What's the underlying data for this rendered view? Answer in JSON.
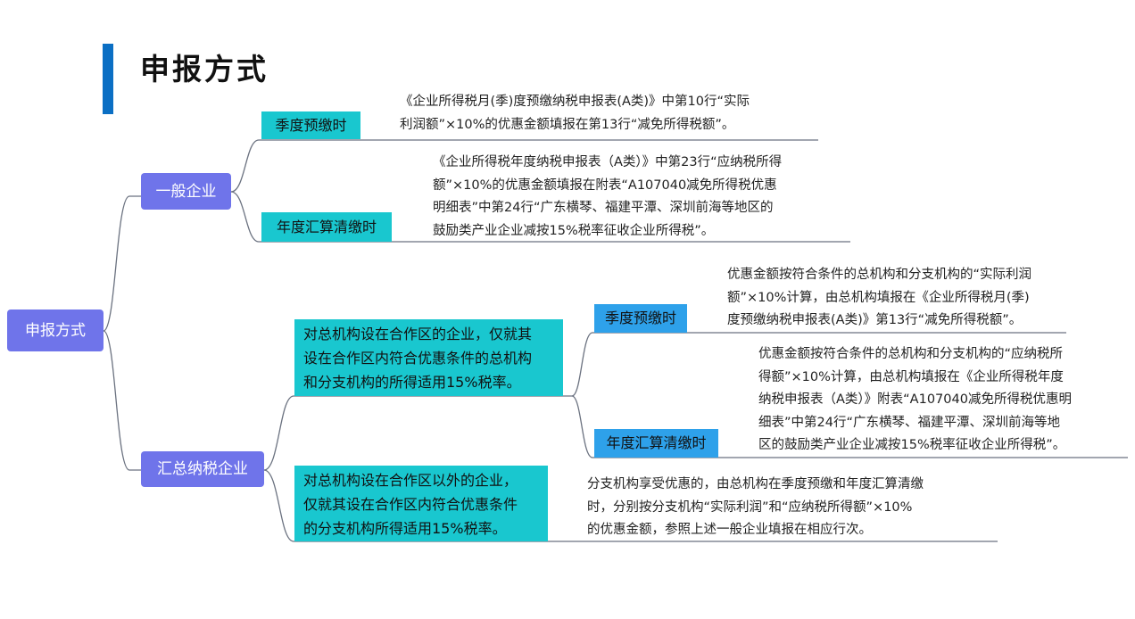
{
  "page": {
    "title": "申报方式"
  },
  "root": {
    "label": "申报方式"
  },
  "general": {
    "label": "一般企业",
    "quarterly": {
      "label": "季度预缴时",
      "lines": [
        "《企业所得税月(季)度预缴纳税申报表(A类)》中第10行“实际",
        "利润额”×10%的优惠金额填报在第13行“减免所得税额”。"
      ]
    },
    "annual": {
      "label": "年度汇算清缴时",
      "lines": [
        "《企业所得税年度纳税申报表（A类）》中第23行“应纳税所得",
        "额”×10%的优惠金额填报在附表“A107040减免所得税优惠",
        "明细表”中第24行“广东横琴、福建平潭、深圳前海等地区的",
        "鼓励类产业企业减按15%税率征收企业所得税”。"
      ]
    }
  },
  "consolidated": {
    "label": "汇总纳税企业",
    "inside": {
      "lines": [
        "对总机构设在合作区的企业，仅就其",
        "设在合作区内符合优惠条件的总机构",
        "和分支机构的所得适用15%税率。"
      ],
      "quarterly": {
        "label": "季度预缴时",
        "lines": [
          "优惠金额按符合条件的总机构和分支机构的“实际利润",
          "额”×10%计算，由总机构填报在《企业所得税月(季)",
          "度预缴纳税申报表(A类)》第13行“减免所得税额”。"
        ]
      },
      "annual": {
        "label": "年度汇算清缴时",
        "lines": [
          "优惠金额按符合条件的总机构和分支机构的“应纳税所",
          "得额”×10%计算，由总机构填报在《企业所得税年度",
          "纳税申报表（A类）》附表“A107040减免所得税优惠明",
          "细表”中第24行“广东横琴、福建平潭、深圳前海等地",
          "区的鼓励类产业企业减按15%税率征收企业所得税”。"
        ]
      }
    },
    "outside": {
      "lines": [
        "对总机构设在合作区以外的企业，",
        "仅就其设在合作区内符合优惠条件",
        "的分支机构所得适用15%税率。"
      ],
      "detail": {
        "lines": [
          "分支机构享受优惠的，由总机构在季度预缴和年度汇算清缴",
          "时，分别按分支机构“实际利润”和“应纳税所得额”×10%",
          "的优惠金额，参照上述一般企业填报在相应行次。"
        ]
      }
    }
  },
  "colors": {
    "accent": "#0b6fc4",
    "purple": "#6f74ea",
    "teal": "#19c7cf",
    "blue": "#2ea1ea",
    "line": "#6b7280"
  }
}
